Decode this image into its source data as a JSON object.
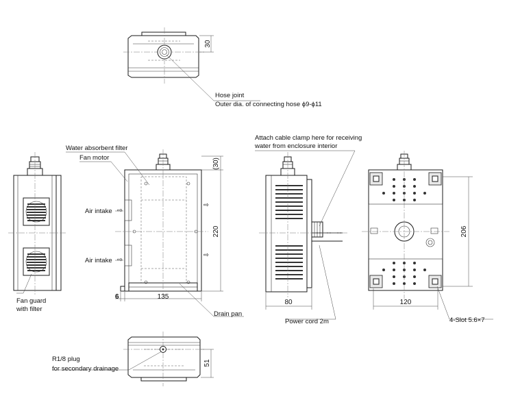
{
  "labels": {
    "hose_joint": "Hose joint",
    "hose_outer": "Outer dia. of connecting hose ϕ9-ϕ11",
    "water_filter": "Water absorbent filter",
    "fan_motor": "Fan motor",
    "air_intake_1": "Air intake",
    "air_intake_2": "Air intake",
    "fan_guard_1": "Fan guard",
    "fan_guard_2": "with filter",
    "drain_pan": "Drain pan",
    "cable_clamp_1": "Attach cable clamp here for receiving",
    "cable_clamp_2": "water from enclosure interior",
    "power_cord": "Power cord 2m",
    "slot": "4-Slot 5.6×7",
    "plug_1": "R1/8 plug",
    "plug_2": "for secondary drainage"
  },
  "dims": {
    "top_30": "30",
    "front_30": "(30)",
    "front_220": "220",
    "front_135": "135",
    "front_6": "6",
    "side_80": "80",
    "back_206": "206",
    "back_120": "120",
    "bottom_51": "51"
  }
}
